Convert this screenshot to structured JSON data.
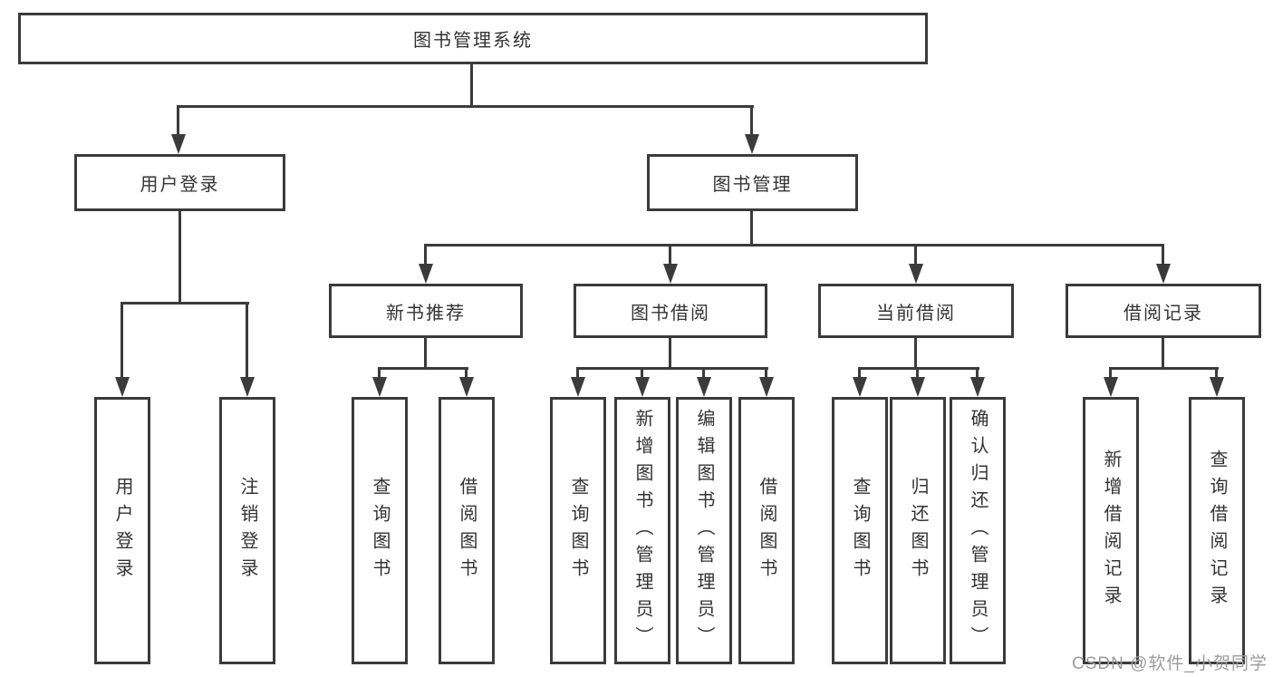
{
  "tree": {
    "root": {
      "label": "图书管理系统"
    },
    "branches": [
      {
        "label": "用户登录",
        "leaves": [
          {
            "label": "用户登录"
          },
          {
            "label": "注销登录"
          }
        ]
      },
      {
        "label": "图书管理",
        "groups": [
          {
            "label": "新书推荐",
            "leaves": [
              {
                "label": "查询图书"
              },
              {
                "label": "借阅图书"
              }
            ]
          },
          {
            "label": "图书借阅",
            "leaves": [
              {
                "label": "查询图书"
              },
              {
                "label": "新增图书（管理员）"
              },
              {
                "label": "编辑图书（管理员）"
              },
              {
                "label": "借阅图书"
              }
            ]
          },
          {
            "label": "当前借阅",
            "leaves": [
              {
                "label": "查询图书"
              },
              {
                "label": "归还图书"
              },
              {
                "label": "确认归还（管理员）"
              }
            ]
          },
          {
            "label": "借阅记录",
            "leaves": [
              {
                "label": "新增借阅记录"
              },
              {
                "label": "查询借阅记录"
              }
            ]
          }
        ]
      }
    ]
  },
  "watermark": {
    "text": "CSDN @软件_小贺同学"
  },
  "colors": {
    "line": "#3b3b3b",
    "border": "#3b3b3b",
    "text": "#333333",
    "background": "#ffffff",
    "watermark": "#9c9c9c"
  }
}
